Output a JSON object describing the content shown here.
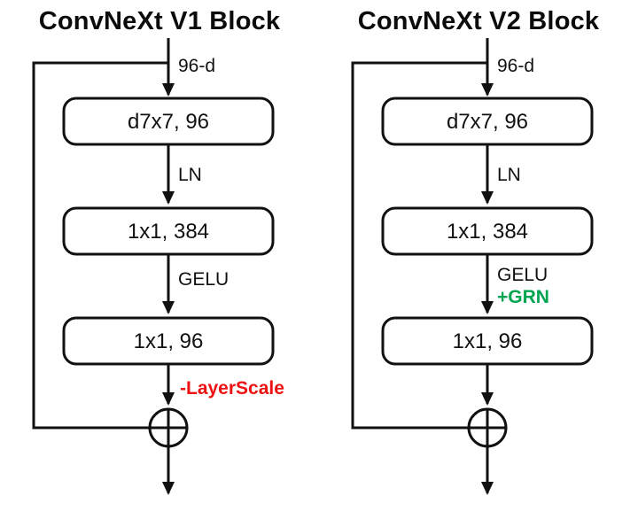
{
  "v1": {
    "title": "ConvNeXt V1 Block",
    "input_label": "96-d",
    "boxes": [
      "d7x7, 96",
      "1x1, 384",
      "1x1, 96"
    ],
    "norm_label": "LN",
    "activation_label": "GELU",
    "removed_label": "-LayerScale",
    "removed_color": "#ee1111"
  },
  "v2": {
    "title": "ConvNeXt V2 Block",
    "input_label": "96-d",
    "boxes": [
      "d7x7, 96",
      "1x1, 384",
      "1x1, 96"
    ],
    "norm_label": "LN",
    "activation_label": "GELU",
    "added_label": "+GRN",
    "added_color": "#00a550"
  },
  "colors": {
    "line": "#111111",
    "text": "#111111",
    "background": "#ffffff"
  }
}
